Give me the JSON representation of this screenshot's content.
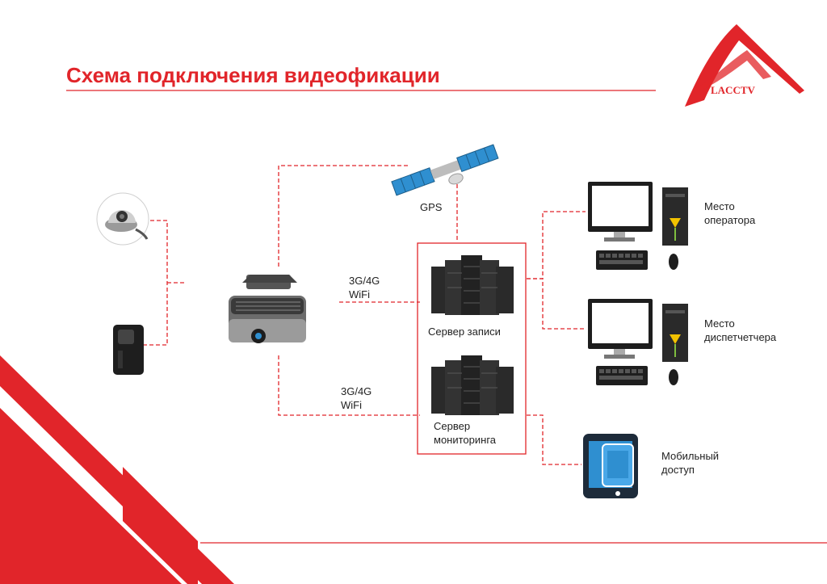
{
  "title": "Схема подключения видеофикации",
  "logo": {
    "text": "LACCTV"
  },
  "colors": {
    "accent": "#e1252a",
    "dark": "#2a2a2a",
    "screen": "#2f8fd0"
  },
  "labels": {
    "gps": "GPS",
    "link_top_1": "3G/4G",
    "link_top_2": "WiFi",
    "link_bottom_1": "3G/4G",
    "link_bottom_2": "WiFi",
    "record_server": "Сервер записи",
    "monitor_server_1": "Сервер",
    "monitor_server_2": "мониторинга",
    "operator_1": "Место",
    "operator_2": "оператора",
    "dispatcher_1": "Место",
    "dispatcher_2": "диспетчетчера",
    "mobile_1": "Мобильный",
    "mobile_2": "доступ"
  },
  "icons": [
    "dome-camera-icon",
    "body-camera-icon",
    "dvr-device-icon",
    "satellite-icon",
    "server-rack-icon",
    "workstation-icon",
    "tablet-icon"
  ]
}
